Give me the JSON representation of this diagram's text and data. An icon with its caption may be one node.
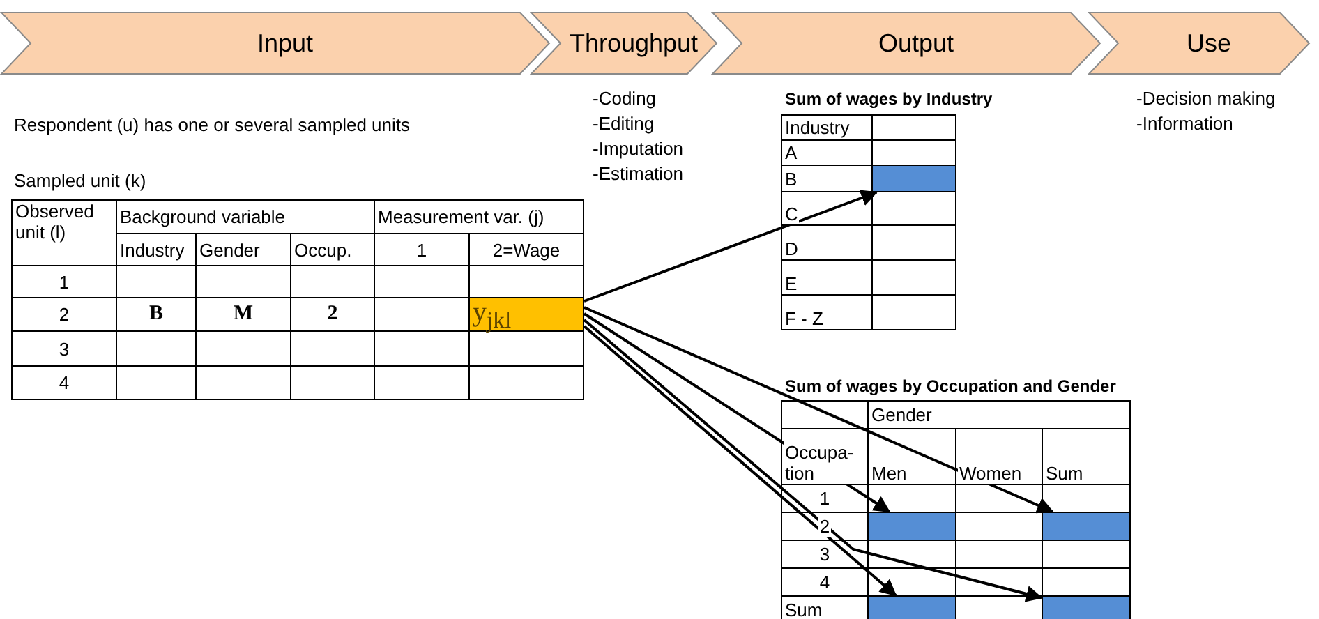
{
  "diagram": {
    "nodes": [
      {
        "text": [
          "Input"
        ]
      },
      {
        "text": [
          "Throughput"
        ]
      },
      {
        "text": [
          "Output"
        ]
      },
      {
        "text": [
          "Use"
        ]
      },
      {
        "text": [
          "y$_{jkl}$"
        ]
      },
      {
        "text": [],
        "shape": "box"
      },
      {
        "text": [],
        "shape": "box"
      },
      {
        "text": [],
        "shape": "box"
      },
      {
        "text": [],
        "shape": "box"
      },
      {
        "text": [],
        "shape": "box"
      }
    ],
    "edges": [
      {
        "from": 4,
        "to": 5,
        "arrow": "to"
      },
      {
        "from": 4,
        "to": 7,
        "arrow": "to"
      },
      {
        "from": 4,
        "to": 6,
        "arrow": "to"
      },
      {
        "from": 4,
        "to": 9,
        "arrow": "to"
      },
      {
        "from": 4,
        "to": 8,
        "arrow": "to"
      }
    ],
    "labels": [
      "Respondent (u) has one or several sampled units",
      "Sampled unit (k)",
      "Observed unit (l)",
      "Background variable",
      "Measurement var. (j)",
      "Industry",
      "Gender",
      "Occup.",
      "1",
      "2=Wage",
      "1",
      "2",
      "B",
      "M",
      "2",
      "3",
      "4",
      "-Coding",
      "-Editing",
      "-Imputation",
      "-Estimation",
      "Sum of wages by Industry",
      "Industry",
      "A",
      "B",
      "C",
      "D",
      "E",
      "F - Z",
      "-Decision making",
      "-Information",
      "Sum of wages by Occupation and Gender",
      "Gender",
      "Occupa- tion",
      "Men",
      "Women",
      "Sum",
      "1",
      "2",
      "3",
      "4",
      "Sum"
    ]
  }
}
